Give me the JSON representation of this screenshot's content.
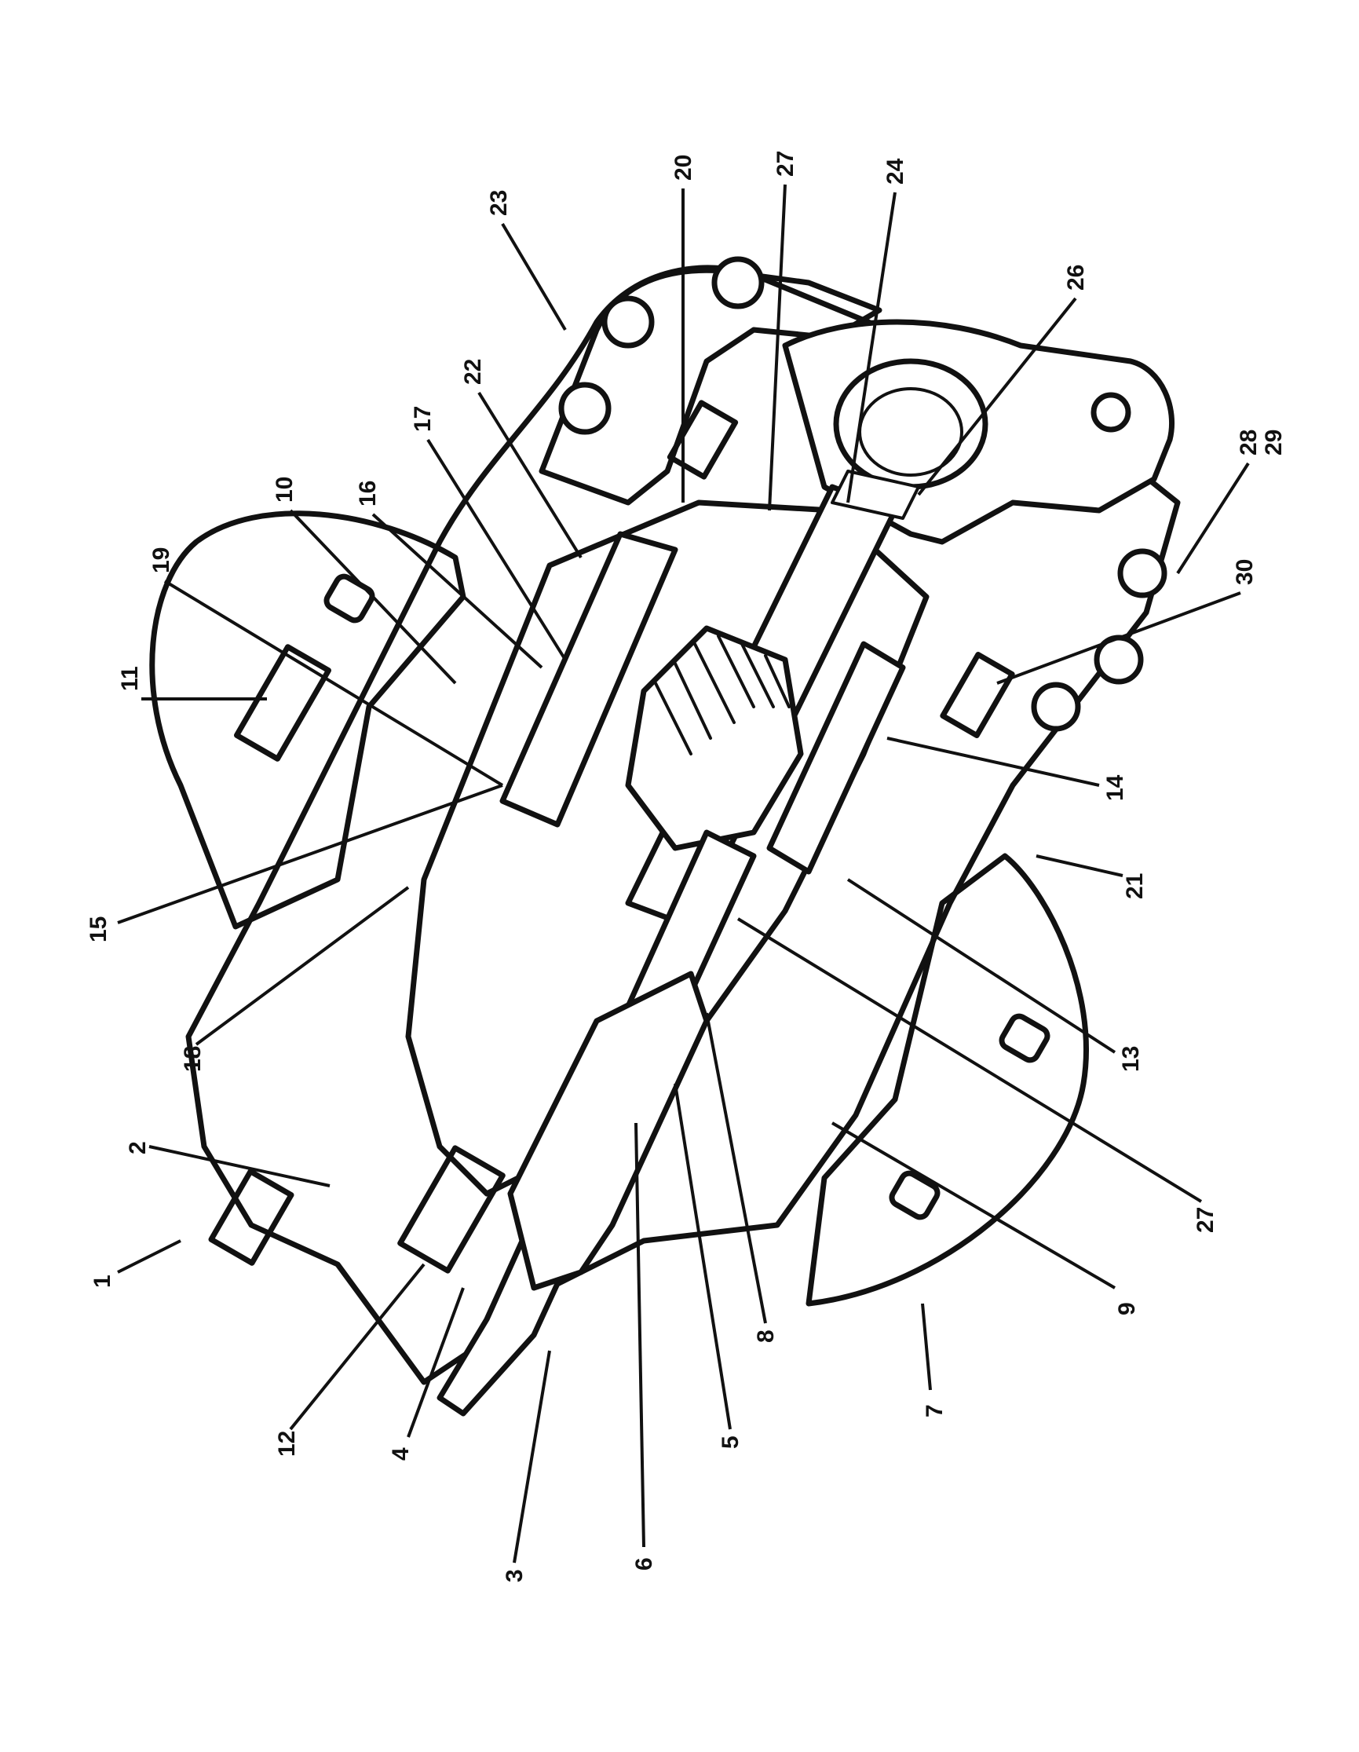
{
  "colors": {
    "ink": "#111111",
    "paper": "#ffffff"
  },
  "callouts": [
    {
      "id": "c1",
      "label": "1"
    },
    {
      "id": "c2",
      "label": "2"
    },
    {
      "id": "c3",
      "label": "3"
    },
    {
      "id": "c4",
      "label": "4"
    },
    {
      "id": "c5",
      "label": "5"
    },
    {
      "id": "c6",
      "label": "6"
    },
    {
      "id": "c7",
      "label": "7"
    },
    {
      "id": "c8",
      "label": "8"
    },
    {
      "id": "c9",
      "label": "9"
    },
    {
      "id": "c10",
      "label": "10"
    },
    {
      "id": "c11",
      "label": "11"
    },
    {
      "id": "c12",
      "label": "12"
    },
    {
      "id": "c13",
      "label": "13"
    },
    {
      "id": "c14",
      "label": "14"
    },
    {
      "id": "c15",
      "label": "15"
    },
    {
      "id": "c16",
      "label": "16"
    },
    {
      "id": "c17",
      "label": "17"
    },
    {
      "id": "c18",
      "label": "18"
    },
    {
      "id": "c19",
      "label": "19"
    },
    {
      "id": "c20",
      "label": "20"
    },
    {
      "id": "c21",
      "label": "21"
    },
    {
      "id": "c22",
      "label": "22"
    },
    {
      "id": "c23",
      "label": "23"
    },
    {
      "id": "c24",
      "label": "24"
    },
    {
      "id": "c26",
      "label": "26"
    },
    {
      "id": "c27a",
      "label": "27"
    },
    {
      "id": "c27b",
      "label": "27"
    },
    {
      "id": "c28",
      "label": "28"
    },
    {
      "id": "c29",
      "label": "29"
    },
    {
      "id": "c30",
      "label": "30"
    }
  ]
}
